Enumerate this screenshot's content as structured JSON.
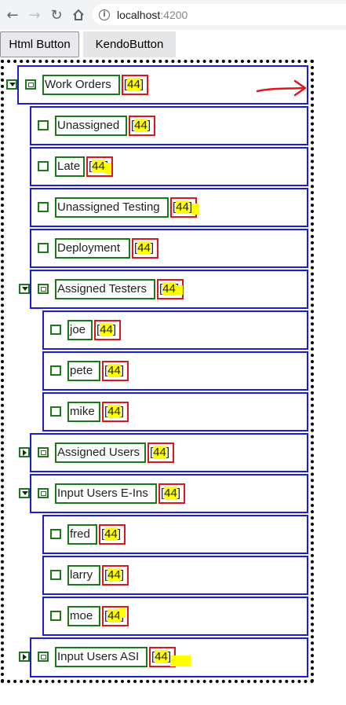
{
  "browser": {
    "url_host": "localhost",
    "url_port": ":4200"
  },
  "buttons": {
    "html": "Html Button",
    "kendo": "KendoButton"
  },
  "tree": {
    "count_prefix": "[",
    "count_value": "44",
    "count_suffix": "]",
    "items": [
      {
        "label": "Work Orders",
        "expander": "expanded"
      },
      {
        "label": "Unassigned",
        "expander": "none"
      },
      {
        "label": "Late",
        "expander": "none"
      },
      {
        "label": "Unassigned Testing",
        "expander": "none"
      },
      {
        "label": "Deployment",
        "expander": "none"
      },
      {
        "label": "Assigned Testers",
        "expander": "expanded"
      },
      {
        "label": "joe",
        "expander": "none"
      },
      {
        "label": "pete",
        "expander": "none"
      },
      {
        "label": "mike",
        "expander": "none"
      },
      {
        "label": "Assigned Users",
        "expander": "collapsed"
      },
      {
        "label": "Input Users E-Ins",
        "expander": "expanded"
      },
      {
        "label": "fred",
        "expander": "none"
      },
      {
        "label": "larry",
        "expander": "none"
      },
      {
        "label": "moe",
        "expander": "none"
      },
      {
        "label": "Input Users ASI",
        "expander": "collapsed"
      }
    ]
  },
  "colors": {
    "row_border": "#1b1bd9",
    "label_box": "#1a7a1a",
    "count_box": "#e0161e",
    "highlight": "#ffff00",
    "annotation_arrow": "#e0161e"
  },
  "icons": [
    "back-icon",
    "forward-icon",
    "reload-icon",
    "home-icon",
    "info-icon",
    "checkbox-icon",
    "expand-icon",
    "red-arrow-annotation"
  ]
}
